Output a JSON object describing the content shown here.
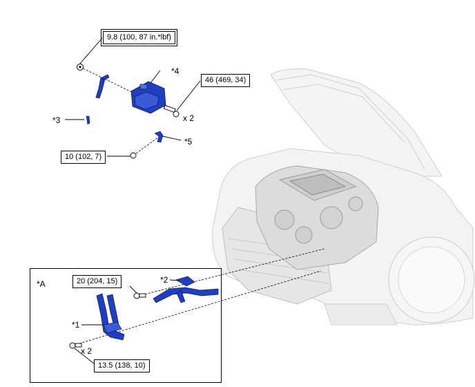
{
  "callouts": {
    "a": "*A",
    "c1": "*1",
    "c2": "*2",
    "c3": "*3",
    "c4": "*4",
    "c5": "*5"
  },
  "torques": {
    "t1": "9.8 (100, 87 in.*lbf)",
    "t2": "46 (469, 34)",
    "t3": "10 (102, 7)",
    "t4": "20 (204, 15)",
    "t5": "13.5 (138, 10)"
  },
  "quantities": {
    "q1": "x 2",
    "q2": "x 2"
  },
  "colors": {
    "part_blue": "#1f3fbf",
    "line": "#000000",
    "car_gray": "#d9d9d9"
  }
}
